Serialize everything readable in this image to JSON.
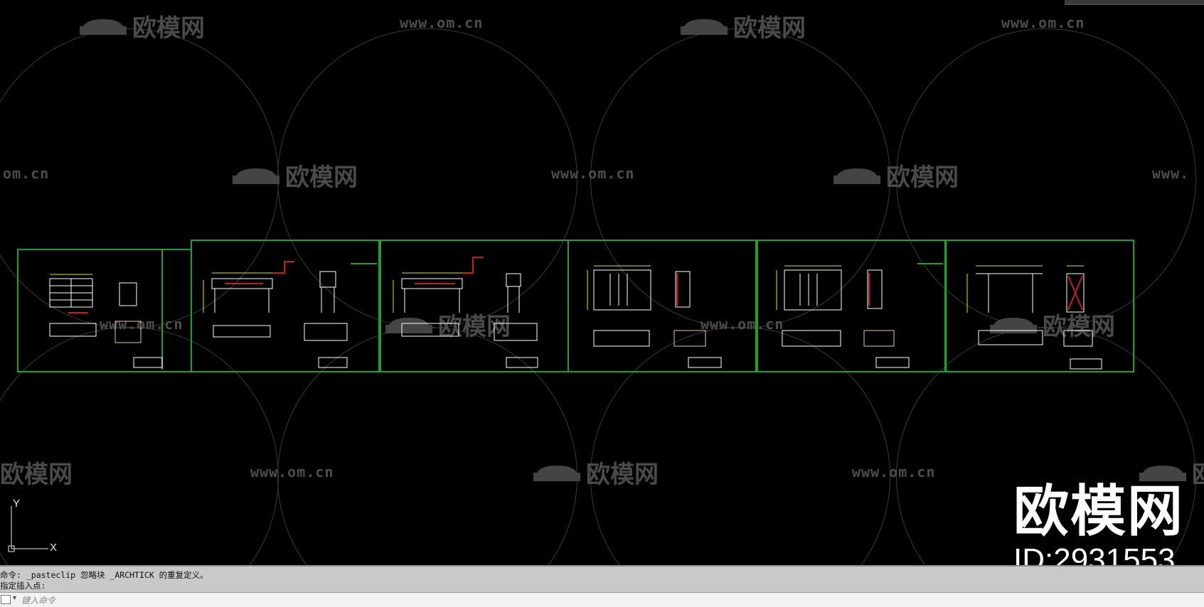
{
  "watermark": {
    "url_text": "www.om.cn",
    "url_partial_right": "om.cn",
    "url_partial_left": "www.",
    "logo_text": "欧模网",
    "logo_partial": "模网",
    "logo_partial2": "欧"
  },
  "overlay_brand": {
    "name": "欧模网",
    "id_label": "ID:2931553"
  },
  "ucs_icon": {
    "x_label": "X",
    "y_label": "Y"
  },
  "command_history": [
    "命令: _pasteclip 忽略块 _ARCHTICK 的重复定义。",
    "指定插入点:"
  ],
  "command_input": {
    "placeholder": "键入命令"
  },
  "colors": {
    "background": "#000000",
    "sheet_border": "#22a12a",
    "drawing_lines": "#ffffff",
    "dimension": "#e6e600",
    "accent_red": "#c0201a"
  },
  "icons": [
    "sofa-logo-icon",
    "ucs-axis-icon",
    "command-prompt-icon",
    "dropdown-arrow-icon"
  ]
}
